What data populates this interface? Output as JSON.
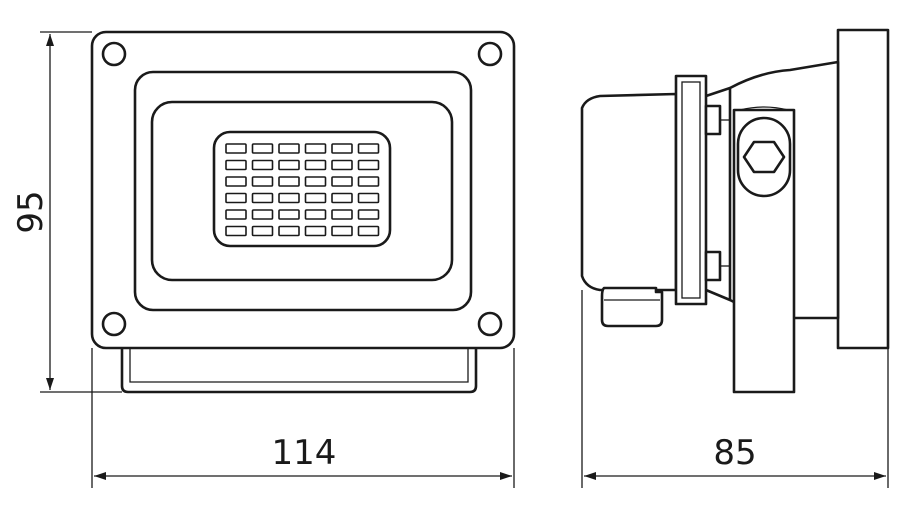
{
  "dimensions": {
    "width_label": "114",
    "height_label": "95",
    "depth_label": "85"
  },
  "led_grid": {
    "rows": 6,
    "cols": 6
  },
  "colors": {
    "ink": "#1a1a1a",
    "background": "#ffffff"
  }
}
